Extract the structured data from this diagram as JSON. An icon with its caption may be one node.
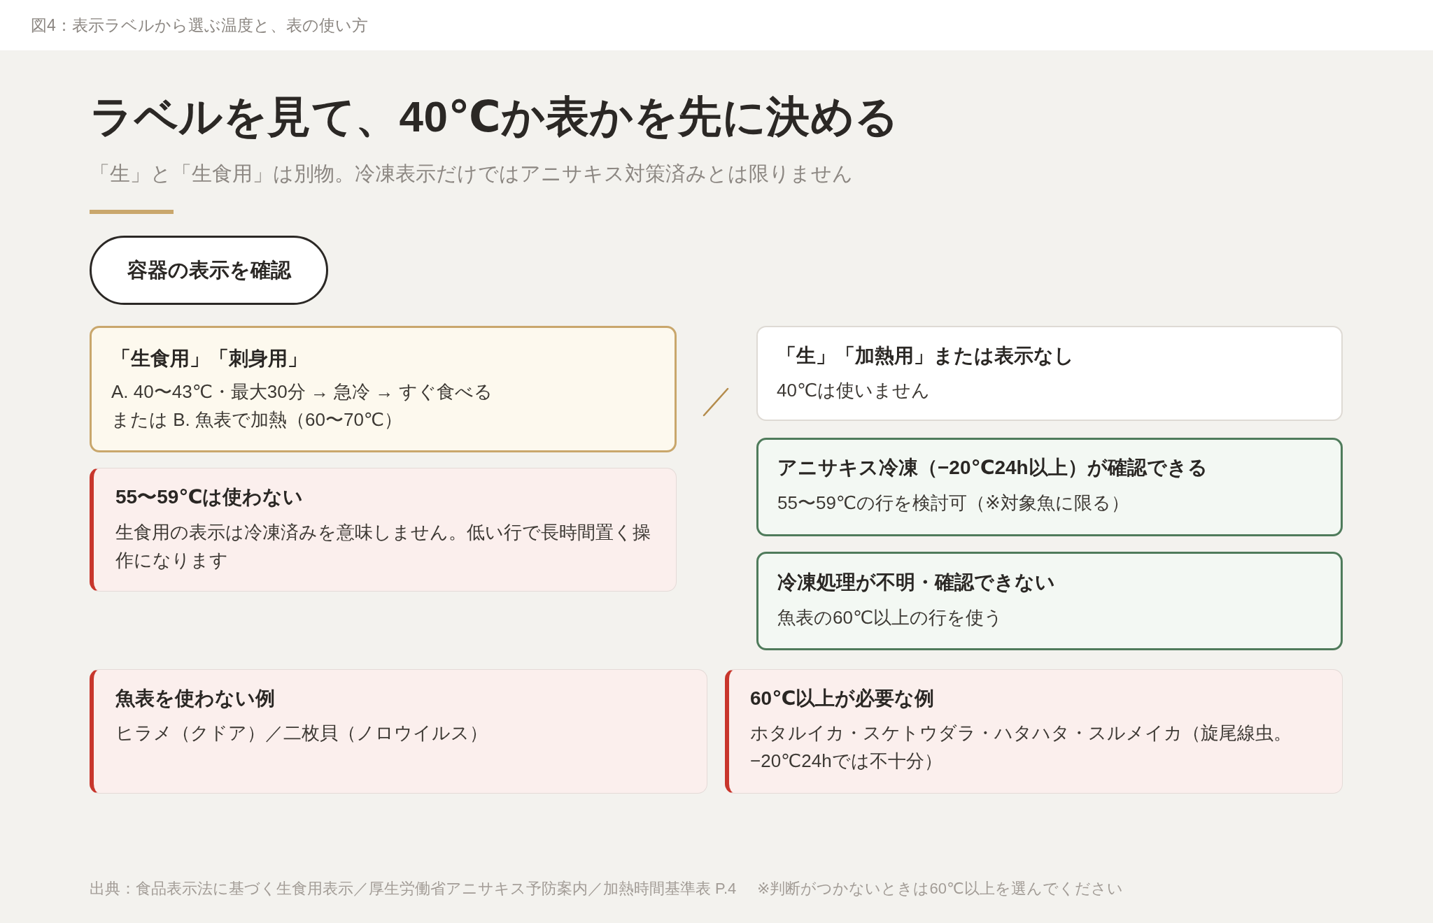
{
  "diagram": {
    "caption": "図4：表示ラベルから選ぶ温度と、表の使い方",
    "title": "ラベルを見て、40℃か表かを先に決める",
    "nodes": [
      {
        "text": [
          "容器の表示を確認"
        ]
      },
      {
        "text": [
          "「生食用」「刺身用」",
          "A. 40〜43℃・最大30分 → 急冷 → すぐ食べる",
          "または B. 魚表で加熱（60〜70℃）"
        ]
      },
      {
        "text": [
          "55〜59℃は使わない",
          "生食用の表示は冷凍済みを意味しません。低い行で長時間置く操作になります"
        ]
      },
      {
        "text": [
          "「生」「加熱用」または表示なし",
          "40℃は使いません"
        ]
      },
      {
        "text": [
          "アニサキス冷凍（−20℃24h以上）が確認できる",
          "55〜59℃の行を検討可（※対象魚に限る）"
        ]
      },
      {
        "text": [
          "冷凍処理が不明・確認できない",
          "魚表の60℃以上の行を使う"
        ]
      },
      {
        "text": [
          "魚表を使わない例",
          "ヒラメ（クドア）／二枚貝（ノロウイルス）"
        ]
      },
      {
        "text": [
          "60℃以上が必要な例",
          "ホタルイカ・スケトウダラ・ハタハタ・スルメイカ（旋尾線虫。−20℃24hでは不十分）"
        ]
      }
    ],
    "labels": [
      "「生」と「生食用」は別物。冷凍表示だけではアニサキス対策済みとは限りません",
      "出典：食品表示法に基づく生食用表示／厚生労働省アニサキス予防案内／加熱時間基準表 P.4",
      "※判断がつかないときは60℃以上を選んでください"
    ]
  }
}
